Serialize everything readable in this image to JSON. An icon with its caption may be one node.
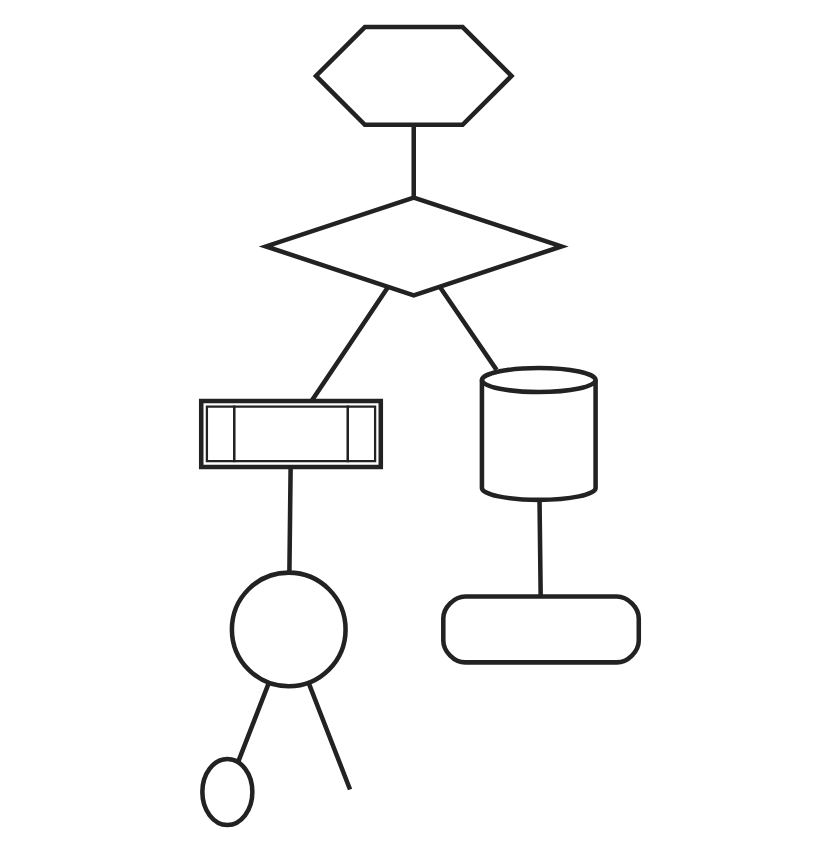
{
  "diagram": {
    "nodes": [
      {
        "text": [],
        "shape": "hexagon"
      },
      {
        "text": [],
        "shape": "diamond"
      },
      {
        "text": [],
        "shape": "box"
      },
      {
        "text": [],
        "shape": "cylinder"
      },
      {
        "text": [],
        "shape": "circle"
      },
      {
        "text": [],
        "shape": "terminator"
      },
      {
        "text": [],
        "shape": "ellipse"
      }
    ],
    "edges": [
      {
        "from": 0,
        "to": 1,
        "arrow": "none"
      },
      {
        "from": 1,
        "to": 3,
        "arrow": "none"
      },
      {
        "from": 1,
        "to": 2,
        "arrow": "none"
      },
      {
        "from": 3,
        "to": 5,
        "arrow": "none"
      },
      {
        "from": 2,
        "to": 4,
        "arrow": "none"
      },
      {
        "from": 4,
        "to": 6,
        "arrow": "none"
      },
      {
        "from": 4,
        "to": null,
        "arrow": "none"
      }
    ]
  }
}
